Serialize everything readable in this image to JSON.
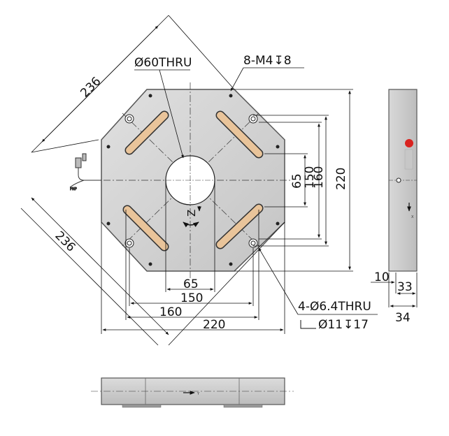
{
  "callouts": {
    "center_hole": "Ø60THRU",
    "tapped_holes": "8-M4",
    "tapped_depth": "8",
    "thru_holes": "4-Ø6.4THRU",
    "counterbore": "Ø11",
    "counterbore_depth": "17"
  },
  "dimensions": {
    "diag_upper": "236",
    "diag_lower": "236",
    "vert_65": "65",
    "vert_150": "150",
    "vert_160": "160",
    "vert_220": "220",
    "horiz_65": "65",
    "horiz_150": "150",
    "horiz_160": "160",
    "horiz_220": "220",
    "side_10": "10",
    "side_33": "33",
    "side_34": "34"
  },
  "labels": {
    "rotation_axis": "Z",
    "side_axis": "X",
    "bottom_axis": "Y"
  },
  "colors": {
    "plate": "#cfcfcf",
    "plate_edge": "#555555",
    "slot": "#e9c49a",
    "hole": "#ffffff",
    "line": "#111111"
  }
}
